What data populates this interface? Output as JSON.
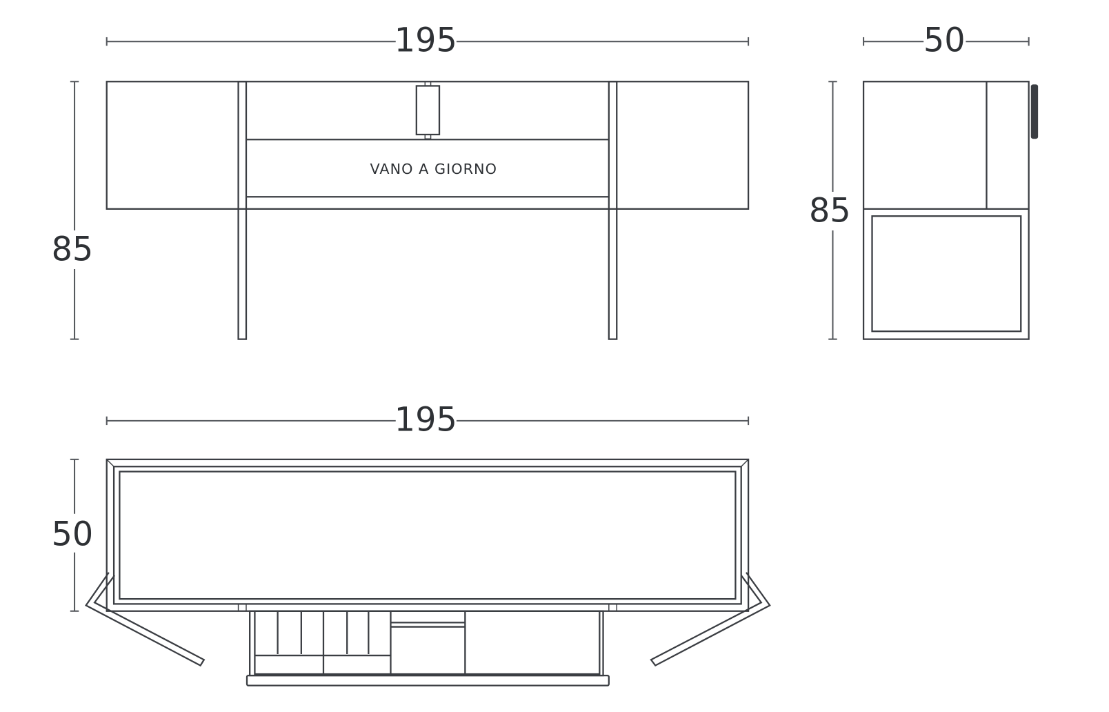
{
  "front_view": {
    "width_label": "195",
    "height_label": "85",
    "compartment_label": "VANO  A  GIORNO"
  },
  "side_view": {
    "depth_label": "50",
    "height_label": "85"
  },
  "top_view": {
    "width_label": "195",
    "depth_label": "50"
  }
}
